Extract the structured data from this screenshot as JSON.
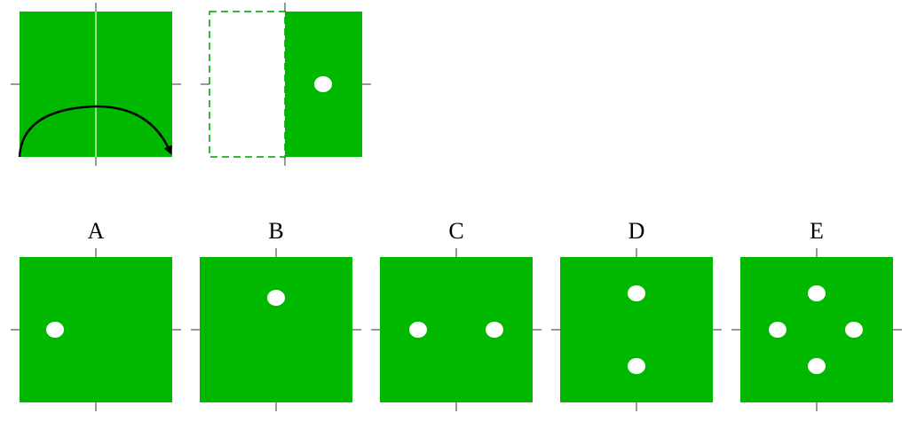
{
  "colors": {
    "paper": "#00b800",
    "hole": "#ffffff",
    "fold_outline": "#33bb33",
    "tick": "#333333",
    "arrow": "#000000"
  },
  "fold_step": {
    "fold_direction": "left-to-right",
    "punched_holes": 1
  },
  "options": [
    {
      "label": "A",
      "holes": 1
    },
    {
      "label": "B",
      "holes": 1
    },
    {
      "label": "C",
      "holes": 2
    },
    {
      "label": "D",
      "holes": 2
    },
    {
      "label": "E",
      "holes": 4
    }
  ]
}
